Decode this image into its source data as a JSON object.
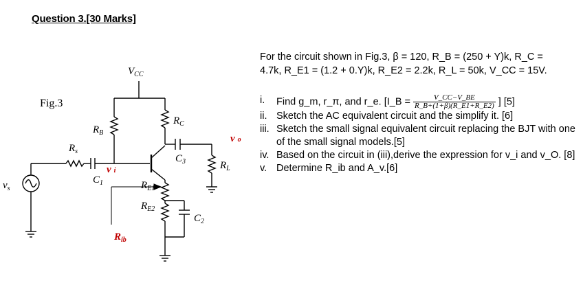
{
  "heading": "Question 3.[30 Marks]",
  "figure": {
    "label": "Fig.3",
    "vcc": {
      "main": "V",
      "sub": "CC"
    },
    "rb": {
      "main": "R",
      "sub": "B"
    },
    "rc": {
      "main": "R",
      "sub": "C"
    },
    "rs": {
      "main": "R",
      "sub": "s"
    },
    "c1": {
      "main": "C",
      "sub": "1"
    },
    "c2": {
      "main": "C",
      "sub": "2"
    },
    "c3": {
      "main": "C",
      "sub": "3"
    },
    "vi": {
      "main": "v",
      "sub": "i"
    },
    "vo": {
      "main": "v",
      "sub": "o"
    },
    "rl": {
      "main": "R",
      "sub": "L"
    },
    "re1": {
      "main": "R",
      "sub": "E1"
    },
    "re2": {
      "main": "R",
      "sub": "E2"
    },
    "vs": {
      "main": "v",
      "sub": "s"
    },
    "rib": {
      "main": "R",
      "sub": "ib"
    },
    "colors": {
      "red_label": "#c00000",
      "wire": "#000000"
    }
  },
  "intro": {
    "line1": "For the circuit shown in Fig.3, β = 120, R_B = (250 + Y)k, R_C =",
    "line2": "4.7k, R_E1 = (1.2 + 0.Y)k, R_E2 = 2.2k, R_L = 50k, V_CC = 15V."
  },
  "questions": [
    {
      "num": "i.",
      "text": "Find g_m, r_π, and r_e.",
      "formula_lhs": "[I_B =",
      "formula_num": "V_CC−V_BE",
      "formula_den": "R_B+(1+β)(R_E1+R_E2)",
      "marks": "] [5]"
    },
    {
      "num": "ii.",
      "text": "Sketch the AC equivalent circuit and the simplify it. [6]"
    },
    {
      "num": "iii.",
      "text": "Sketch the small signal equivalent circuit replacing the BJT with one of the small signal models.[5]"
    },
    {
      "num": "iv.",
      "text": "Based on the circuit in (iii),derive the expression for v_i and v_O. [8]"
    },
    {
      "num": "v.",
      "text": "Determine R_ib and A_v.[6]"
    }
  ]
}
